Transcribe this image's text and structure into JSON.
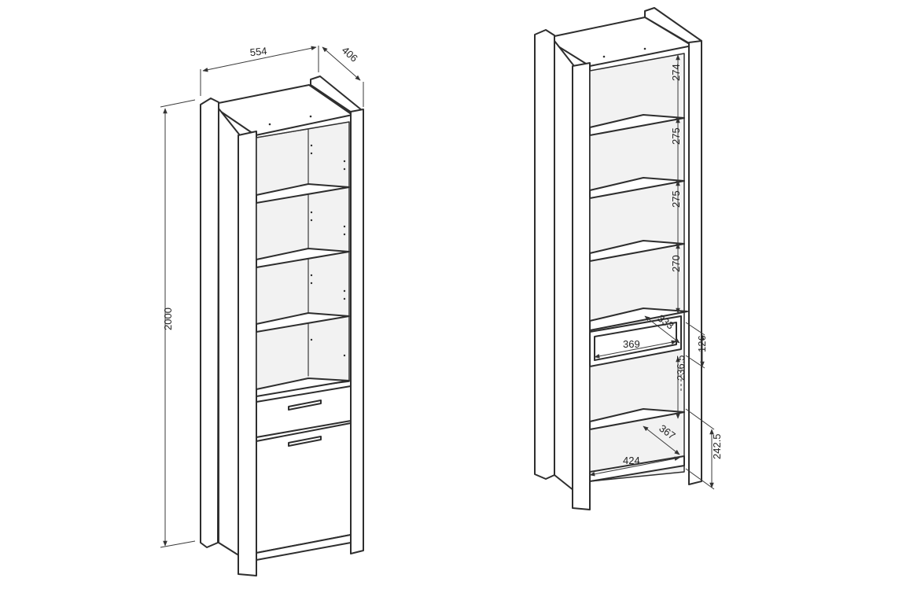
{
  "cabinet_left": {
    "dimensions": {
      "width": "554",
      "depth": "406",
      "height": "2000"
    }
  },
  "cabinet_right": {
    "dimensions": {
      "shelf_gap_1": "274",
      "shelf_gap_2": "275",
      "shelf_gap_3": "275",
      "shelf_gap_4": "270",
      "drawer_depth": "333",
      "drawer_width": "369",
      "drawer_height": "126",
      "lower_gap": "236.5",
      "bottom_depth": "367",
      "bottom_width": "424",
      "bottom_height": "242.5"
    }
  },
  "colors": {
    "line": "#2e2e2e",
    "background": "#ffffff"
  }
}
